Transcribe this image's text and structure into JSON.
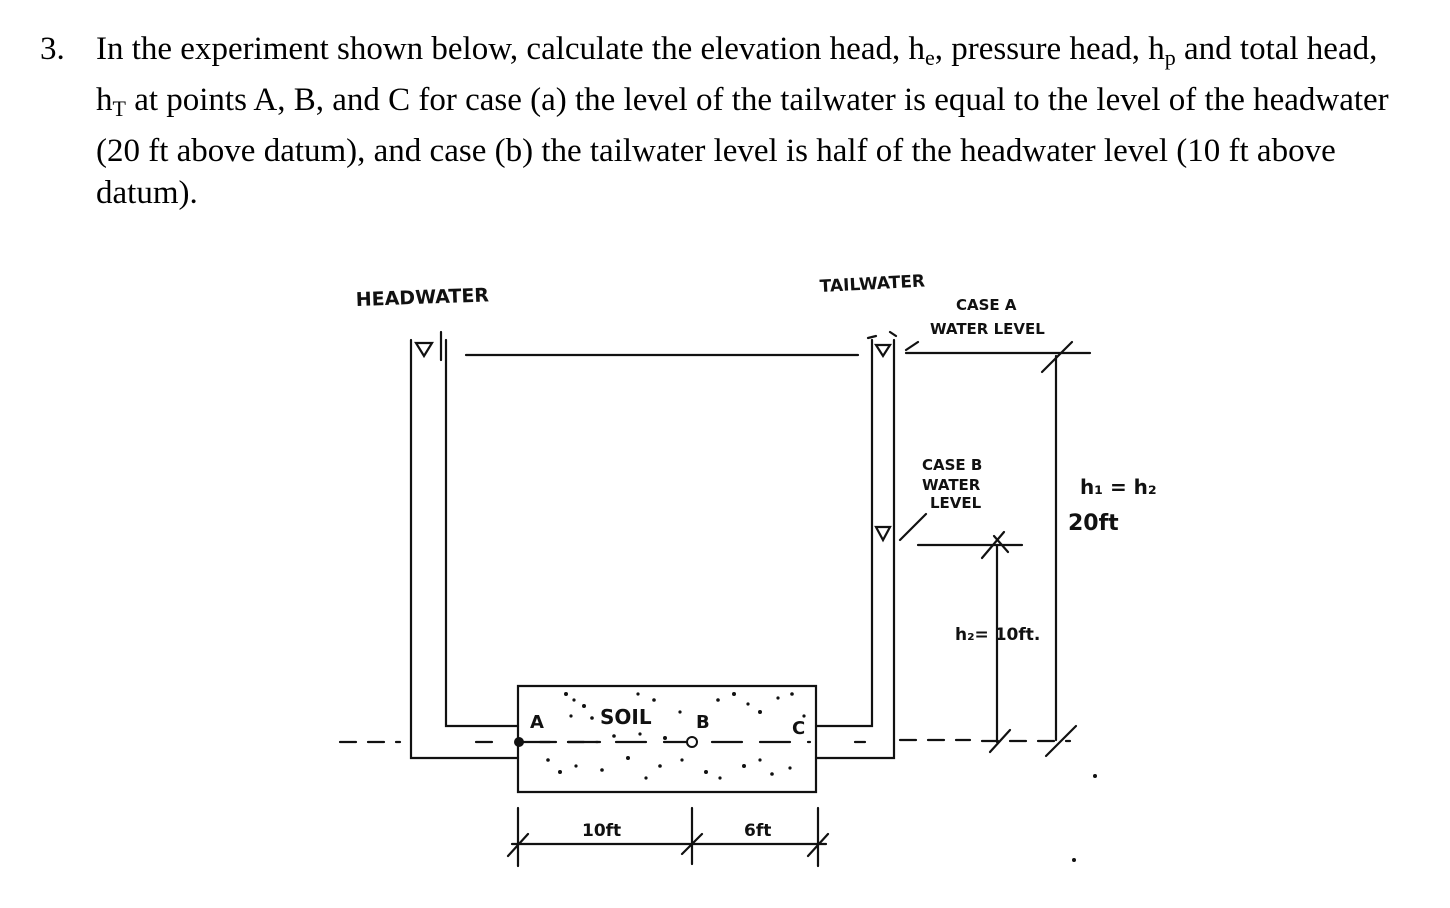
{
  "problem": {
    "number": "3.",
    "t1": "In the experiment shown below, calculate the elevation head, h",
    "t1_sub": "e",
    "t2": ", pressure head, h",
    "t2_sub": "p",
    "t3": " and total head, h",
    "t3_sub": "T",
    "t4": " at points A, B, and C for case (a) the level of the tailwater is equal to the level of the headwater (20 ft above datum), and case (b) the tailwater level is half of the headwater level (10 ft above datum)."
  },
  "figure": {
    "headwater_label": "HEADWATER",
    "tailwater_label": "TAILWATER",
    "case_a_line1": "CASE A",
    "case_a_line2": "WATER LEVEL",
    "case_b_line1": "CASE B",
    "case_b_line2": "WATER",
    "case_b_line3": "LEVEL",
    "head_equal_label": "h₁ = h₂",
    "head_20_label": "20ft",
    "head_10_label": "h₂= 10ft.",
    "soil_label": "SOIL",
    "point_a": "A",
    "point_b": "B",
    "point_c": "C",
    "dim_left": "10ft",
    "dim_right": "6ft"
  }
}
